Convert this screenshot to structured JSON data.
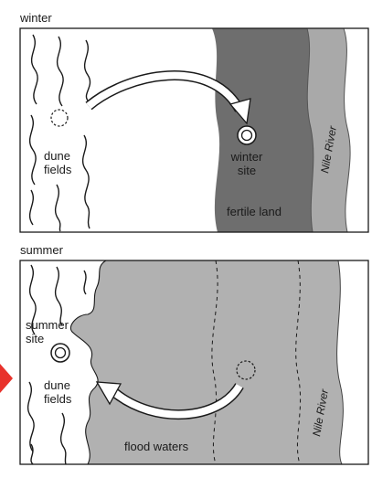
{
  "winter": {
    "title": "winter",
    "dune_label_line1": "dune",
    "dune_label_line2": "fields",
    "site_label_line1": "winter",
    "site_label_line2": "site",
    "land_label": "fertile land",
    "river_label": "Nile River"
  },
  "summer": {
    "title": "summer",
    "site_label_line1": "summer",
    "site_label_line2": "site",
    "dune_label_line1": "dune",
    "dune_label_line2": "fields",
    "flood_label": "flood waters",
    "river_label": "Nile River"
  },
  "colors": {
    "fertile_land": "#6e6e6e",
    "river": "#a9a9a9",
    "flood": "#b1b1b1",
    "pointer": "#e8322b"
  }
}
